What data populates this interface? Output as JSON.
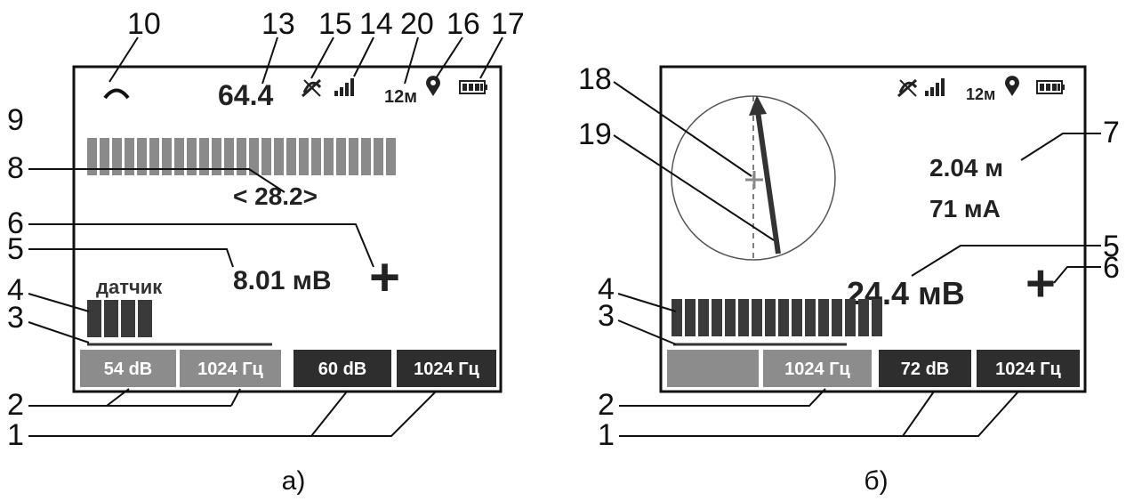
{
  "panel_a": {
    "caption": "а)",
    "value_top": "64.4",
    "range_label": "12м",
    "level": "< 28.2>",
    "sensor_label": "датчик",
    "signal_value": "8.01 мВ",
    "plus_sign": "+",
    "buttons": [
      "54 dB",
      "1024 Гц",
      "60 dB",
      "1024 Гц"
    ],
    "callouts": {
      "c10": "10",
      "c13": "13",
      "c15": "15",
      "c14": "14",
      "c20": "20",
      "c16": "16",
      "c17": "17",
      "c9": "9",
      "c8": "8",
      "c6": "6",
      "c5": "5",
      "c4": "4",
      "c3": "3",
      "c2": "2",
      "c1": "1"
    }
  },
  "panel_b": {
    "caption": "б)",
    "range_label": "12м",
    "depth": "2.04 м",
    "current": "71 мА",
    "signal_value": "24.4 мВ",
    "plus_sign": "+",
    "buttons": [
      "",
      "1024 Гц",
      "72 dB",
      "1024 Гц"
    ],
    "callouts": {
      "c18": "18",
      "c19": "19",
      "c7": "7",
      "c5": "5",
      "c6": "6",
      "c4": "4",
      "c3": "3",
      "c2": "2",
      "c1": "1"
    }
  },
  "colors": {
    "bar_gray": "#8a8a8a",
    "bar_dark": "#3a3a3a",
    "button_gray": "#8c8c8c",
    "button_dark": "#2e2e2e",
    "outline": "#111111"
  }
}
